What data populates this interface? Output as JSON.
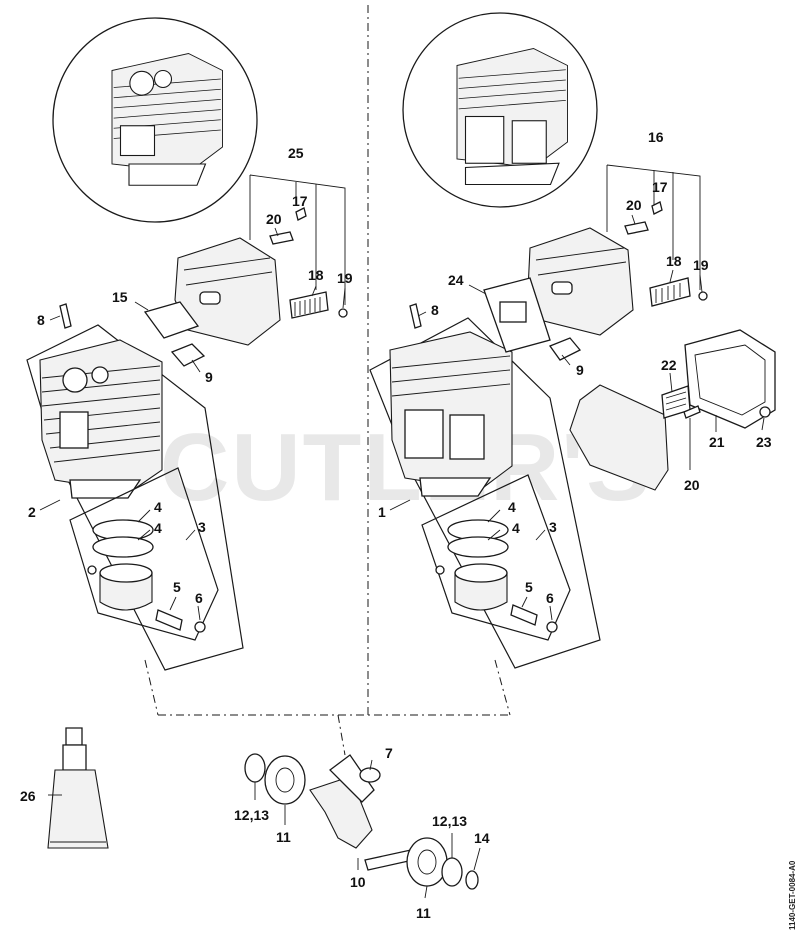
{
  "watermark": "CUTLER'S",
  "document_code": "1140-GET-0084-A0",
  "labels": {
    "p1": "1",
    "p2": "2",
    "p3_left": "3",
    "p3_right": "3",
    "p4_left_a": "4",
    "p4_left_b": "4",
    "p4_right_a": "4",
    "p4_right_b": "4",
    "p5_left": "5",
    "p5_right": "5",
    "p6_left": "6",
    "p6_right": "6",
    "p7": "7",
    "p8_left": "8",
    "p8_right": "8",
    "p9_left": "9",
    "p9_right": "9",
    "p10": "10",
    "p11_left": "11",
    "p11_bottom": "11",
    "p12_13_left": "12,13",
    "p12_13_right": "12,13",
    "p14": "14",
    "p15": "15",
    "p16": "16",
    "p17_left": "17",
    "p17_right": "17",
    "p18_left": "18",
    "p18_right": "18",
    "p19_left": "19",
    "p19_right": "19",
    "p20_left": "20",
    "p20_right": "20",
    "p20_lower": "20",
    "p21": "21",
    "p22": "22",
    "p23": "23",
    "p24": "24",
    "p25": "25",
    "p26": "26"
  }
}
